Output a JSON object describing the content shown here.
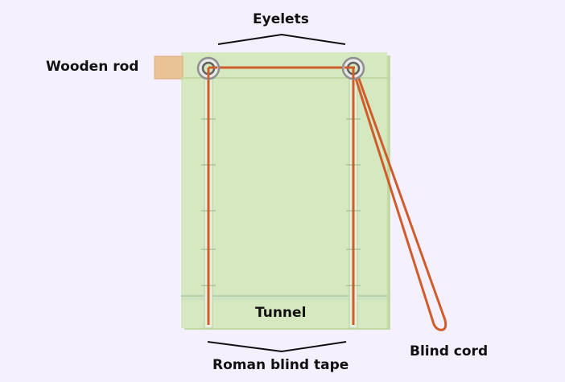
{
  "labels": {
    "eyelets": "Eyelets",
    "wooden_rod": "Wooden rod",
    "tunnel": "Tunnel",
    "roman_blind_tape": "Roman blind tape",
    "blind_cord": "Blind cord"
  },
  "colors": {
    "background": "#f5f0fd",
    "fabric": "#d6e8bf",
    "fabric_edge": "#c2d9a6",
    "tape": "#e6f0db",
    "tape_marks": "#a9c79a",
    "cord": "#cf5d2b",
    "eyelet_ring": "#8f8f8f",
    "wooden_rod": "#e9c396",
    "label_text": "#111111"
  },
  "icons": [
    "eyelet-icon",
    "wooden-rod-icon"
  ]
}
